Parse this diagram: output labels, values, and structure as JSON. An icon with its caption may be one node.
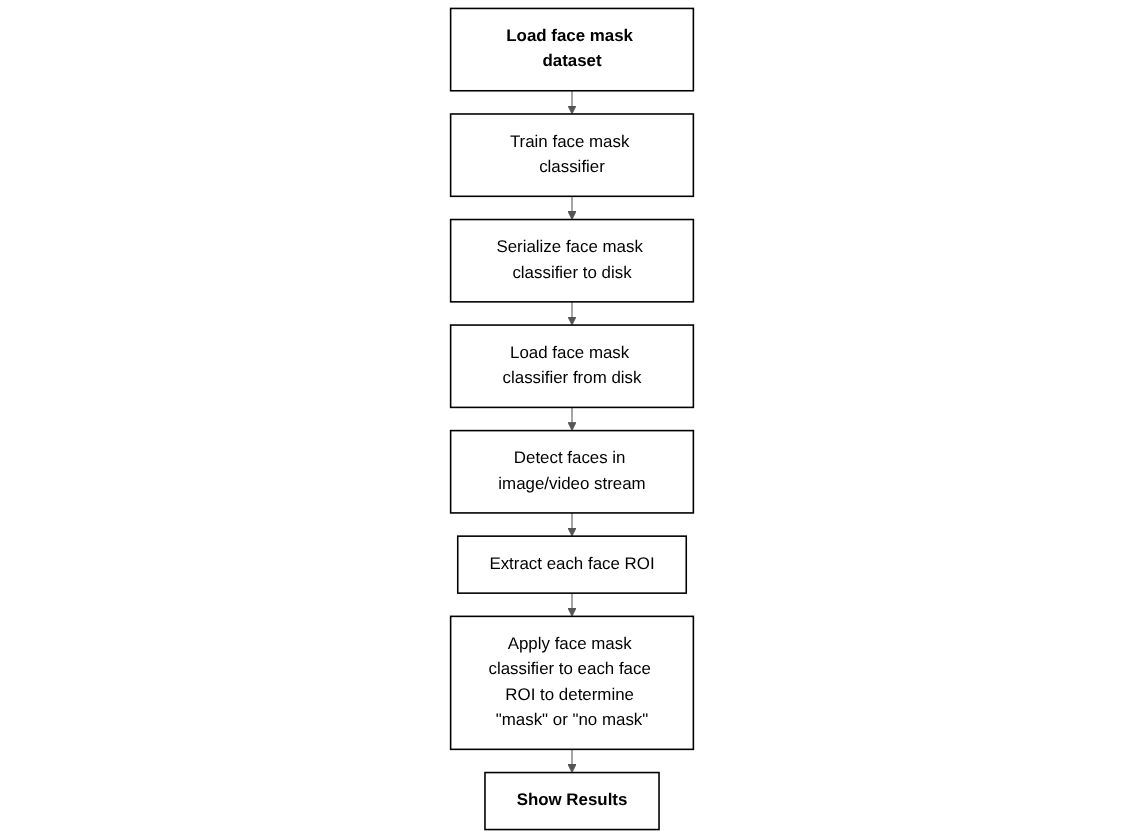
{
  "diagram": {
    "nodes": [
      {
        "text": [
          "Load face mask dataset"
        ]
      },
      {
        "text": [
          "Train face mask classifier"
        ]
      },
      {
        "text": [
          "Serialize face mask classifier to disk"
        ]
      },
      {
        "text": [
          "Load face mask classifier from disk"
        ]
      },
      {
        "text": [
          "Detect faces in image/video stream"
        ]
      },
      {
        "text": [
          "Extract each face ROI"
        ]
      },
      {
        "text": [
          "Apply face mask classifier to each face ROI to determine \"mask\" or \"no mask\""
        ]
      },
      {
        "text": [
          "Show Results"
        ]
      }
    ],
    "edges": [
      {
        "from": 0,
        "to": 1,
        "arrow": "to"
      },
      {
        "from": 1,
        "to": 2,
        "arrow": "to"
      },
      {
        "from": 2,
        "to": 3,
        "arrow": "to"
      },
      {
        "from": 3,
        "to": 4,
        "arrow": "to"
      },
      {
        "from": 4,
        "to": 5,
        "arrow": "to"
      },
      {
        "from": 5,
        "to": 6,
        "arrow": "to"
      },
      {
        "from": 6,
        "to": 7,
        "arrow": "to"
      }
    ]
  }
}
